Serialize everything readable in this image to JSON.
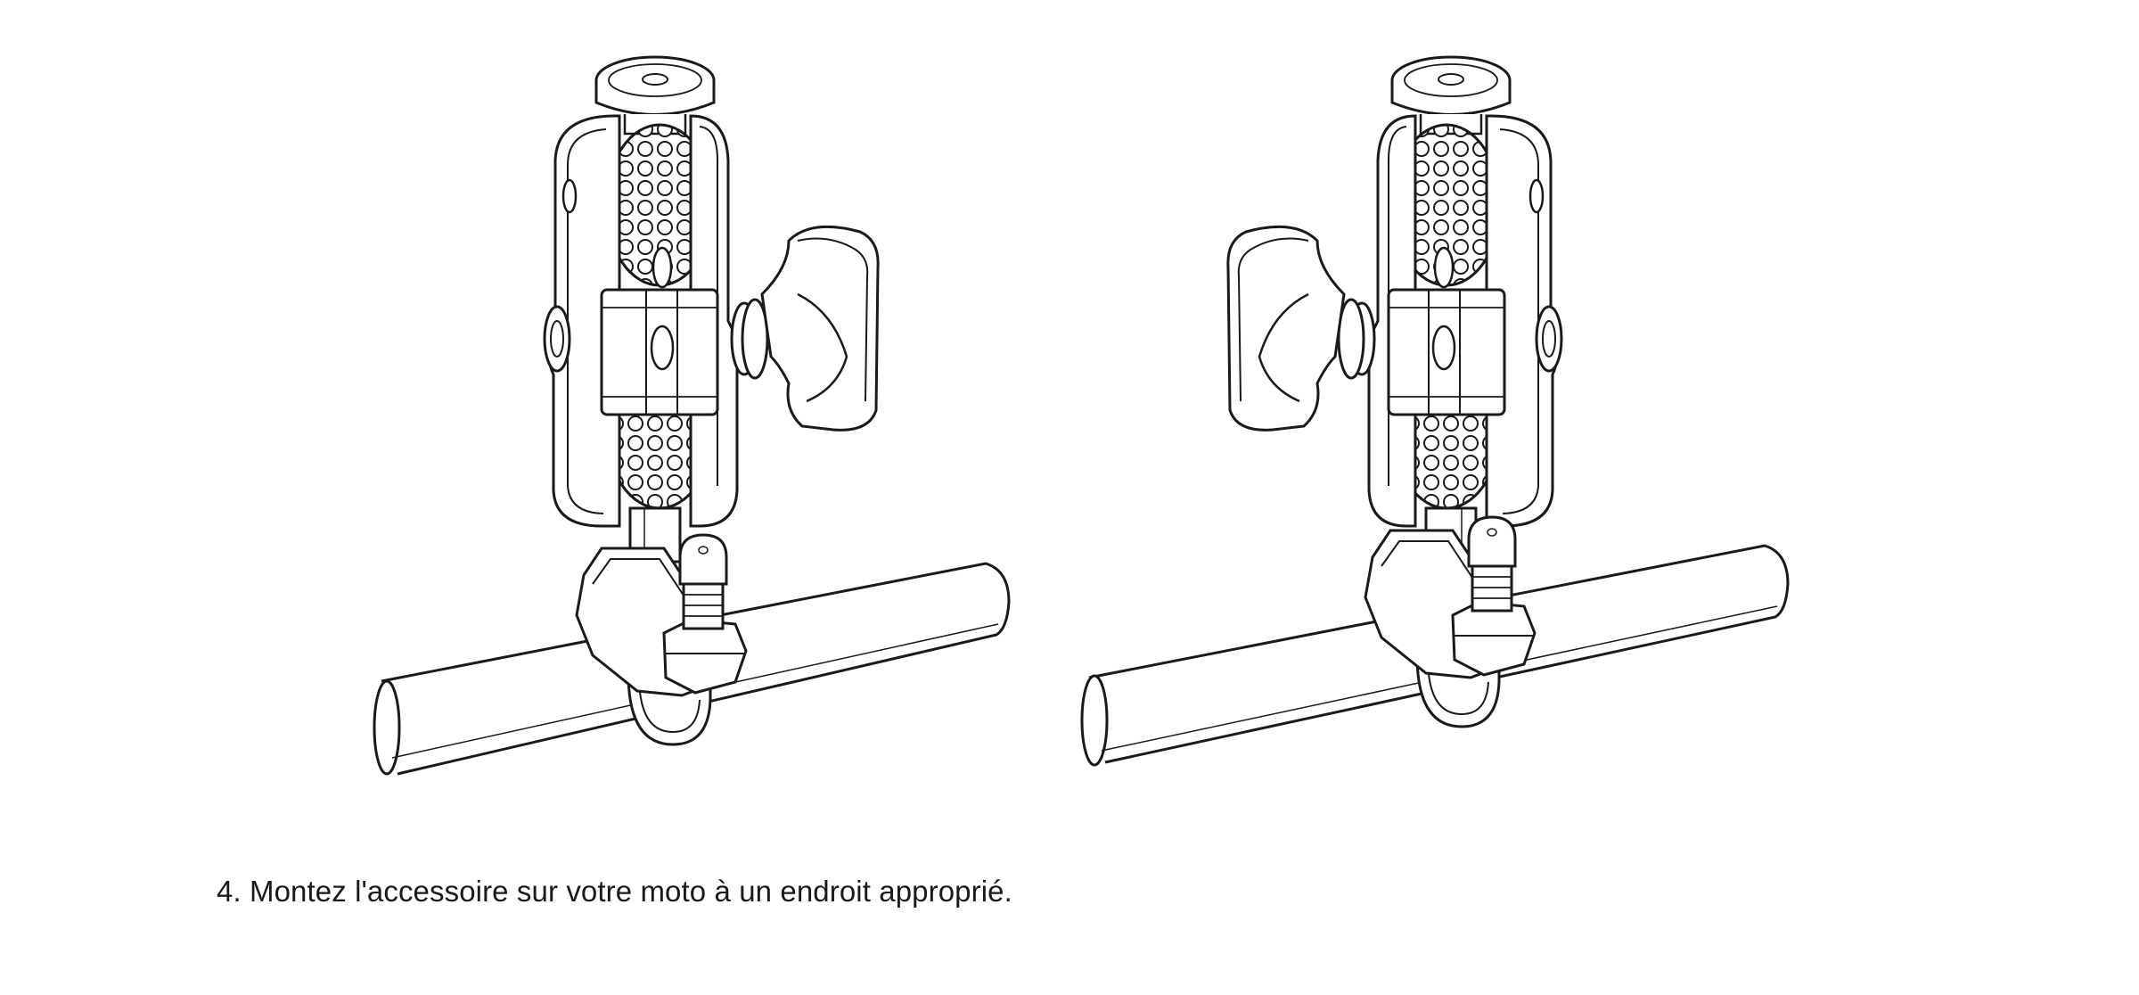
{
  "document": {
    "instruction": "4. Montez l'accessoire sur votre moto à un endroit approprié."
  },
  "illustration": {
    "figures": [
      {
        "name": "mount-left",
        "knob_side": "right"
      },
      {
        "name": "mount-right",
        "knob_side": "left"
      }
    ]
  },
  "colors": {
    "line": "#1a1a1a",
    "fill": "#ffffff"
  }
}
